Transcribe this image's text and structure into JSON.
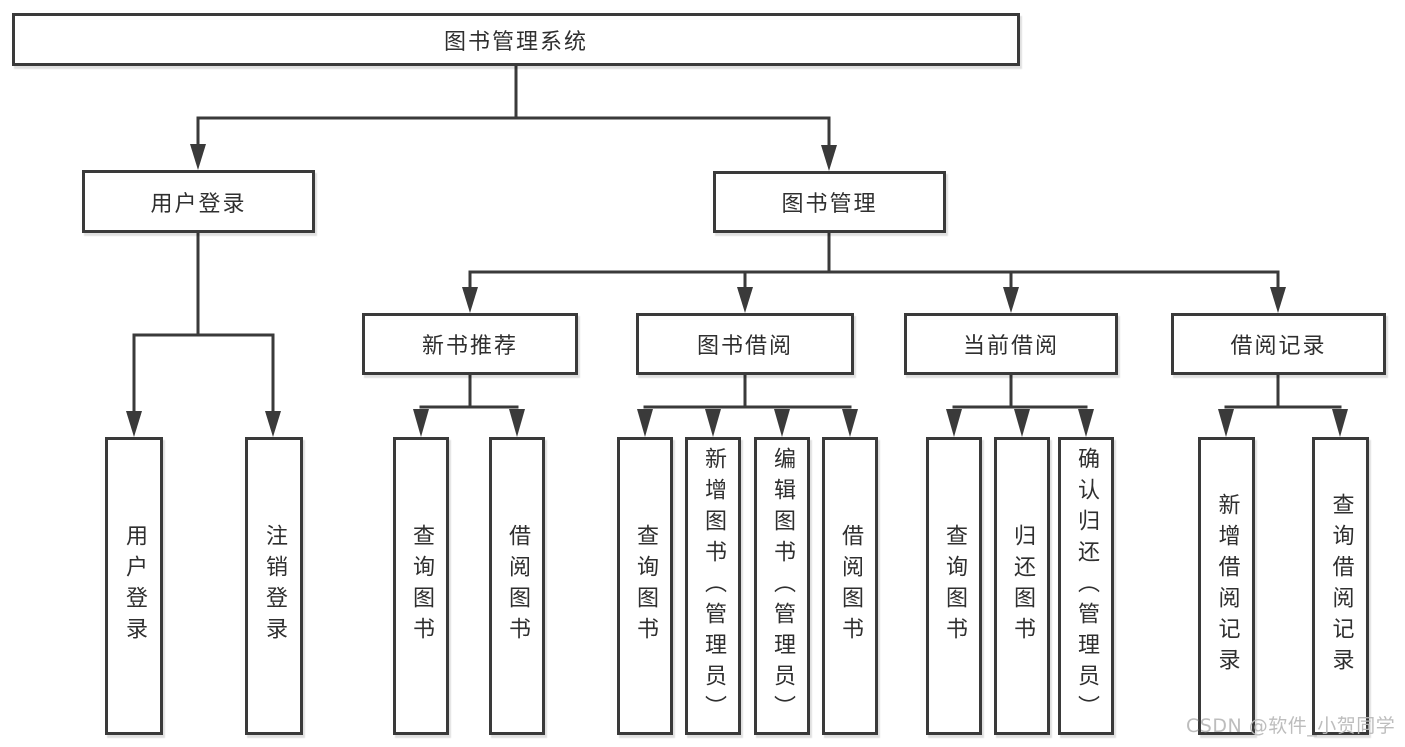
{
  "title": "图书管理系统",
  "branches": {
    "userLogin": {
      "label": "用户登录",
      "children": [
        "用户登录",
        "注销登录"
      ]
    },
    "bookMgmt": {
      "label": "图书管理",
      "sections": [
        {
          "label": "新书推荐",
          "children": [
            "查询图书",
            "借阅图书"
          ]
        },
        {
          "label": "图书借阅",
          "children": [
            "查询图书",
            "新增图书（管理员）",
            "编辑图书（管理员）",
            "借阅图书"
          ]
        },
        {
          "label": "当前借阅",
          "children": [
            "查询图书",
            "归还图书",
            "确认归还（管理员）"
          ]
        },
        {
          "label": "借阅记录",
          "children": [
            "新增借阅记录",
            "查询借阅记录"
          ]
        }
      ]
    }
  },
  "watermark": "CSDN @软件_小贺同学",
  "colors": {
    "line": "#3a3a3a",
    "text": "#2f2f2f",
    "watermark": "#b9b9b9",
    "background": "#ffffff"
  }
}
